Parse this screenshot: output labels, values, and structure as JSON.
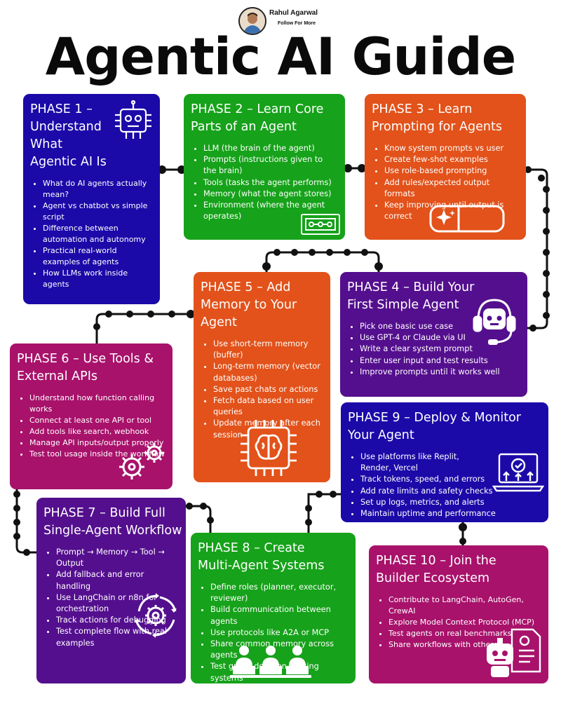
{
  "author": {
    "name": "Rahul Agarwal",
    "tagline": "Follow For More"
  },
  "title": "Agentic AI Guide",
  "colors": {
    "blue": "#1b0aa8",
    "green": "#16a21a",
    "orange": "#e2521a",
    "purple": "#540f8e",
    "magenta": "#a8126b",
    "connector": "#111111"
  },
  "phases": [
    {
      "title": "PHASE 1 – Understand What Agentic AI Is",
      "icon": "robot-chip-icon",
      "items": [
        "What do AI agents actually mean?",
        "Agent vs chatbot vs simple script",
        "Difference between automation and autonomy",
        "Practical real-world examples of agents",
        "How LLMs work inside agents"
      ]
    },
    {
      "title": "PHASE 2 – Learn Core Parts of an Agent",
      "icon": "circuit-board-icon",
      "items": [
        "LLM (the brain of the agent)",
        "Prompts (instructions given to the brain)",
        "Tools (tasks the agent performs)",
        "Memory (what the agent stores)",
        "Environment (where the agent operates)"
      ]
    },
    {
      "title": "PHASE 3 – Learn Prompting for Agents",
      "icon": "prompt-input-icon",
      "items": [
        "Know system prompts vs user",
        "Create few-shot examples",
        "Use role-based prompting",
        "Add rules/expected output formats",
        "Keep improving until output is correct"
      ]
    },
    {
      "title": "PHASE 4 – Build Your First Simple Agent",
      "icon": "robot-headset-icon",
      "items": [
        "Pick one basic use case",
        "Use GPT-4 or Claude via UI",
        "Write a clear system prompt",
        "Enter user input and test results",
        "Improve prompts until it works well"
      ]
    },
    {
      "title": "PHASE 5 – Add Memory to Your Agent",
      "icon": "brain-chip-icon",
      "items": [
        "Use short-term memory (buffer)",
        "Long-term memory (vector databases)",
        "Save past chats or actions",
        "Fetch data based on user queries",
        "Update memory after each session"
      ]
    },
    {
      "title": "PHASE 6 – Use Tools & External APIs",
      "icon": "gears-icon",
      "items": [
        "Understand how function calling works",
        "Connect at least one API or tool",
        "Add tools like search, webhook",
        "Manage API inputs/output properly",
        "Test tool usage inside the workflow"
      ]
    },
    {
      "title": "PHASE 7 – Build Full Single-Agent Workflow",
      "icon": "cycle-gear-icon",
      "items": [
        "Prompt → Memory → Tool → Output",
        "Add fallback and error handling",
        "Use LangChain or n8n for orchestration",
        "Track actions for debugging",
        "Test complete flow with real examples"
      ]
    },
    {
      "title": "PHASE 8 – Create Multi-Agent Systems",
      "icon": "team-computers-icon",
      "items": [
        "Define roles (planner, executor, reviewer)",
        "Build communication between agents",
        "Use protocols like A2A or MCP",
        "Share common memory across agents",
        "Test group decision-making systems"
      ]
    },
    {
      "title": "PHASE 9 – Deploy & Monitor Your Agent",
      "icon": "deploy-laptop-icon",
      "items": [
        "Use platforms like Replit, Render, Vercel",
        "Track tokens, speed, and errors",
        "Add rate limits and safety checks",
        "Set up logs, metrics, and alerts",
        "Maintain uptime and performance"
      ]
    },
    {
      "title": "PHASE 10 – Join the Builder Ecosystem",
      "icon": "robot-document-icon",
      "items": [
        "Contribute to LangChain, AutoGen, CrewAI",
        "Explore Model Context Protocol (MCP)",
        "Test agents on real benchmarks",
        "Share workflows with others"
      ]
    }
  ]
}
